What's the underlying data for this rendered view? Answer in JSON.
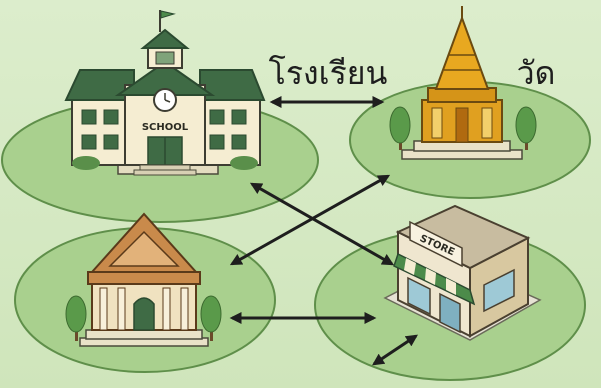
{
  "labels": {
    "school_title": "โรงเรียน",
    "temple_title": "วัด",
    "school_sign": "SCHOOL",
    "store_sign": "STORE"
  },
  "colors": {
    "background": "#d9ebc8",
    "ground_fill": "#a9d08e",
    "ground_stroke": "#5f8f4a",
    "arrow": "#1e1e1e",
    "roof_green": "#3f6b45",
    "wall_cream": "#f5edd2",
    "gold": "#e0a020",
    "terracotta": "#c98a4b",
    "awning_green": "#4c8b4a"
  },
  "icons": [
    "school-building-icon",
    "temple-icon",
    "government-building-icon",
    "store-icon",
    "tree-icon",
    "flag-icon",
    "clock-icon"
  ]
}
